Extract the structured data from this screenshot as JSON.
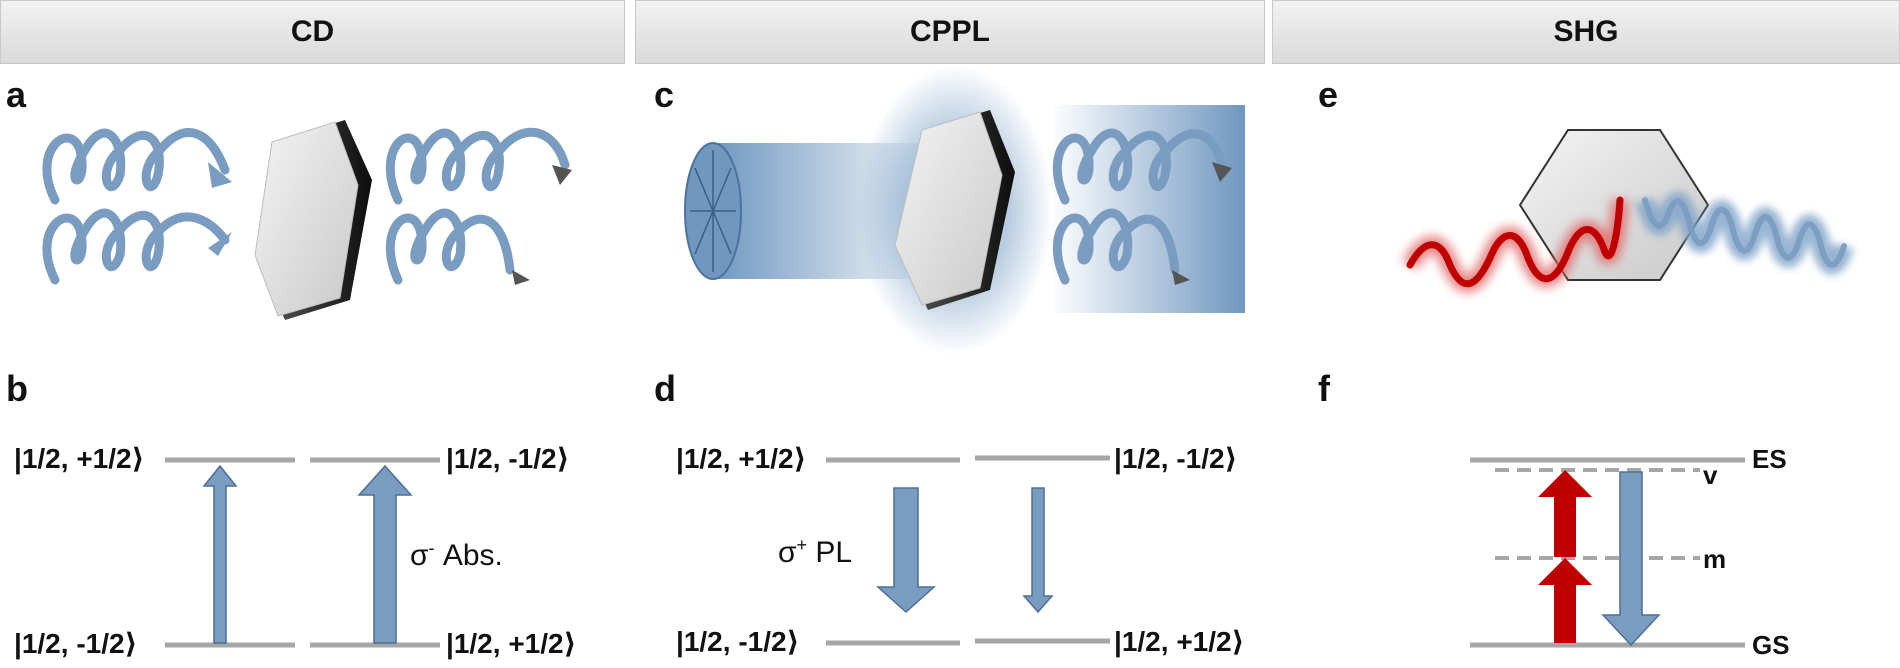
{
  "headers": {
    "cd": "CD",
    "cppl": "CPPL",
    "shg": "SHG"
  },
  "panel_labels": {
    "a": "a",
    "b": "b",
    "c": "c",
    "d": "d",
    "e": "e",
    "f": "f"
  },
  "cd": {
    "ket_top_left": "|1/2, +1/2⟩",
    "ket_top_right": "|1/2, -1/2⟩",
    "ket_bottom_left": "|1/2, -1/2⟩",
    "ket_bottom_right": "|1/2, +1/2⟩",
    "sigma": "σ",
    "sigma_sup": "-",
    "sigma_text": " Abs."
  },
  "cppl": {
    "ket_top_left": "|1/2, +1/2⟩",
    "ket_top_right": "|1/2, -1/2⟩",
    "ket_bottom_left": "|1/2, -1/2⟩",
    "ket_bottom_right": "|1/2, +1/2⟩",
    "sigma": "σ",
    "sigma_sup": "+",
    "sigma_text": " PL"
  },
  "shg": {
    "es": "ES",
    "v": "v",
    "m": "m",
    "gs": "GS"
  },
  "colors": {
    "arrow_blue": "#7a9cc0",
    "arrow_red": "#c00000",
    "level_gray": "#a6a6a6"
  }
}
